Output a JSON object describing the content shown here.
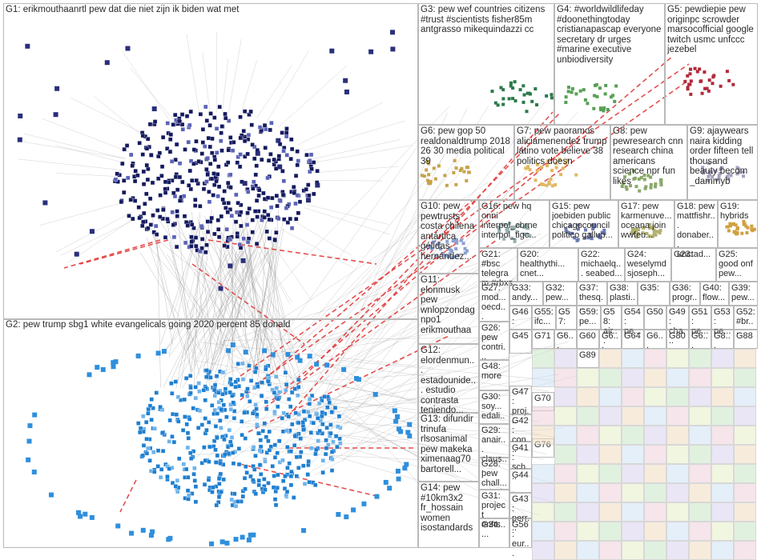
{
  "groups": {
    "g1": "G1: erikmouthaanrtl pew dat die niet zijn ik biden wat met",
    "g2": "G2: pew trump sbg1 white evangelicals going 2020 percent 85 donald",
    "g3": "G3: pew wef countries citizens #trust #scientists fisher85m antgrasso mikequindazzi cc",
    "g4": "G4: #worldwildlifeday #doonethingtoday cristianapascap everyone secretary dr urges #marine executive unbiodiversity",
    "g5": "G5: pewdiepie pew originpc scrowder marsocofficial google twitch usmc unfccc jezebel",
    "g6": "G6: pew gop 50 realdonaldtrump 2018 26 30 media political 39",
    "g7": "G7: pew paoramos aliciamenendez trump latino vote believe 38 politics doesn",
    "g8": "G8: pew pewresearch cnn research china americans science npr fun likes",
    "g9": "G9: ajaywears naira kidding order fifteen tell thousand beauty becom _dammyb",
    "g10": "G10: pew pewtrusts costa chilena antártica gélidas hernández...",
    "g16": "G16: pew hq onni interpol_cbrne interpol_tigc...",
    "g15": "G15: pew joebiden public chicagocouncil politico gallup...",
    "g17": "G17: pew karmenuve... oceana join wwfeu...",
    "g18": "G18: pew mattfishr... donaber... unctad...",
    "g19": "G19: hybrids",
    "g21": "G21: #bsc telegram #rbxs",
    "g20": "G20: healthythi... cnet...",
    "g22": "G22: michaelq... seabed...",
    "g24": "G24: weselymd sjoseph...",
    "g23": "G23:",
    "g25": "G25: good onf pew...",
    "g11": "G11: elonmusk pew wnlopzondag npo1 erikmouthaa",
    "g27": "G27: mod... oecd...",
    "g33": "G33: andy...",
    "g32": "G32: pew...",
    "g37": "G37: thesq...",
    "g38": "G38: plasti...",
    "g35": "G35:",
    "g36": "G36: progr...",
    "g40": "G40: flow...",
    "g39": "G39: pew...",
    "g26": "G26: pew contri...",
    "g46": "G46:",
    "g55": "G55: ifc...",
    "g57": "G57: ...",
    "g59": "G59: pe...",
    "g58": "G58: air...",
    "g54": "G54: pe...",
    "g50": "G50",
    "g49": "G49: cha...",
    "g51": "G51: pe...",
    "g53": "G53: pe...",
    "g52": "G52: #br...",
    "g12": "G12: elordenmun... estadounide... estudio contrasta teniendo...",
    "g45": "G45",
    "g71": "G71",
    "g6x": "G6...",
    "g60": "G60",
    "g6y": "G6...",
    "g64": "G64",
    "g6z": "G6...",
    "g80": "G80",
    "g6w": "G6...",
    "g8x": "G8...",
    "g88": "G88",
    "g48": "G48: more",
    "g89": "G89",
    "g30": "G30: soy... edali...",
    "g47": "G47: proj...",
    "g70": "G70",
    "g29": "G29: anair... claus...",
    "g42": "G42: con...",
    "g13": "G13: difundir trinufa rlsosanimal pew makeka ximenaag70 bartorell...",
    "g28": "G28: pew chall...",
    "g41": "G41: sch...",
    "g76": "G76",
    "g44": "G44",
    "g14": "G14: pew #10km3x2 fr_hossain women isostandards",
    "g31": "G31: project #nfts...",
    "g43": "G43: perr...",
    "g34": "G34: ...",
    "g56": "G56: eur..."
  },
  "colors": {
    "g1_nodes": "#141a5e",
    "g2_nodes": "#1f7fd0",
    "edge_gray": "#8f8f8f",
    "edge_red": "#e23b3b",
    "panel_border": "#b9b9b9"
  }
}
